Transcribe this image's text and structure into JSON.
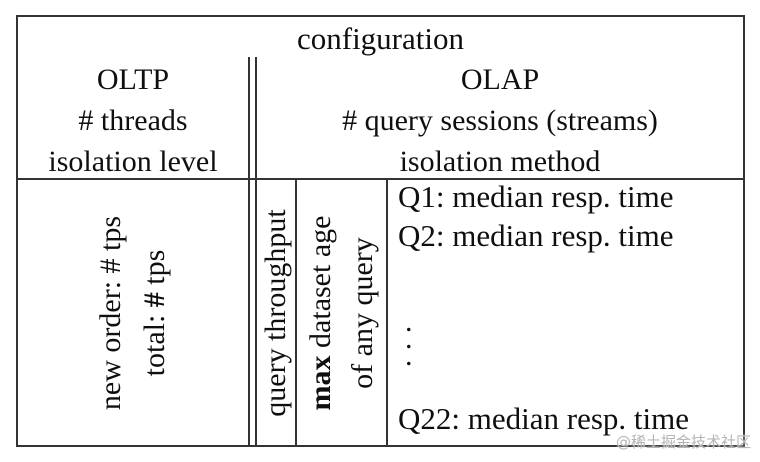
{
  "figure": {
    "title": "configuration",
    "header": {
      "oltp": {
        "title": "OLTP",
        "line2": "# threads",
        "line3": "isolation level"
      },
      "olap": {
        "title": "OLAP",
        "line2": "# query sessions (streams)",
        "line3": "isolation method"
      }
    },
    "results": {
      "oltp_metrics": {
        "line1": "new order: # tps",
        "line2_prefix": "total: ",
        "line2_bold": "#",
        "line2_suffix": " tps"
      },
      "olap_throughput": "query throughput",
      "olap_freshness": {
        "line1_bold": "max",
        "line1_rest": " dataset age",
        "line2": "of any query"
      },
      "olap_queries": {
        "q1": "Q1: median resp. time",
        "q2": "Q2: median resp. time",
        "dot": ".",
        "q22": "Q22: median resp. time"
      }
    },
    "colors": {
      "border": "#333333",
      "text": "#0f0f0f",
      "watermark": "#b5b5b5"
    }
  },
  "watermark": "@稀土掘金技术社区"
}
